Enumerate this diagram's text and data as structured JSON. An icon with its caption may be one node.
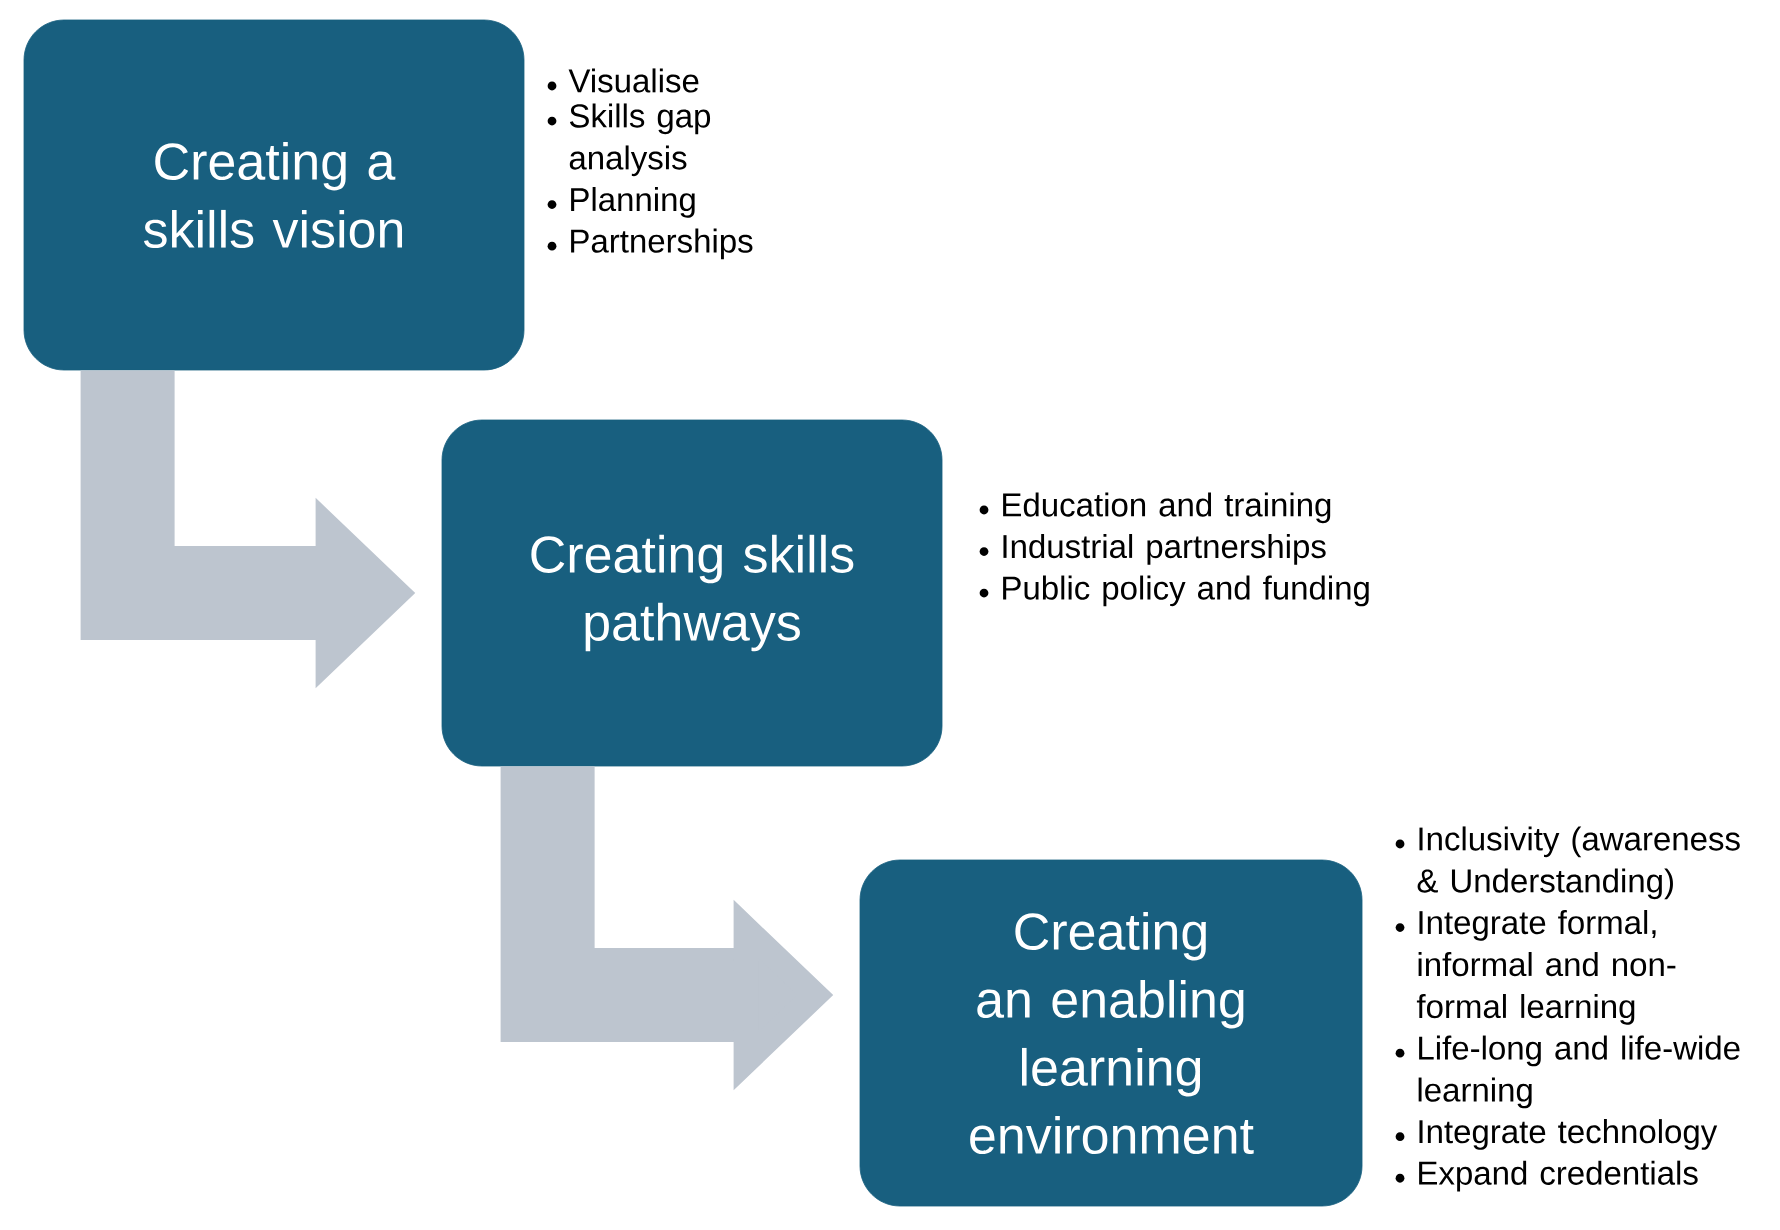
{
  "diagram": {
    "nodes": [
      {
        "text": [
          "Creating a skills vision"
        ],
        "beside": [
          "Visualise",
          "Skills gap analysis",
          "Planning",
          "Partnerships"
        ]
      },
      {
        "text": [
          "Creating skills pathways"
        ],
        "beside": [
          "Education and training",
          "Industrial partnerships",
          "Public policy and funding"
        ]
      },
      {
        "text": [
          "Creating an enabling learning environment"
        ],
        "beside": [
          "Inclusivity (awareness & Understanding)",
          "Integrate formal, informal and non-formal learning",
          "Life-long and life-wide learning",
          "Integrate technology",
          "Expand credentials"
        ]
      }
    ],
    "edges": [
      {
        "from": 0,
        "to": 1,
        "arrow": "to"
      },
      {
        "from": 1,
        "to": 2,
        "arrow": "to"
      }
    ]
  }
}
